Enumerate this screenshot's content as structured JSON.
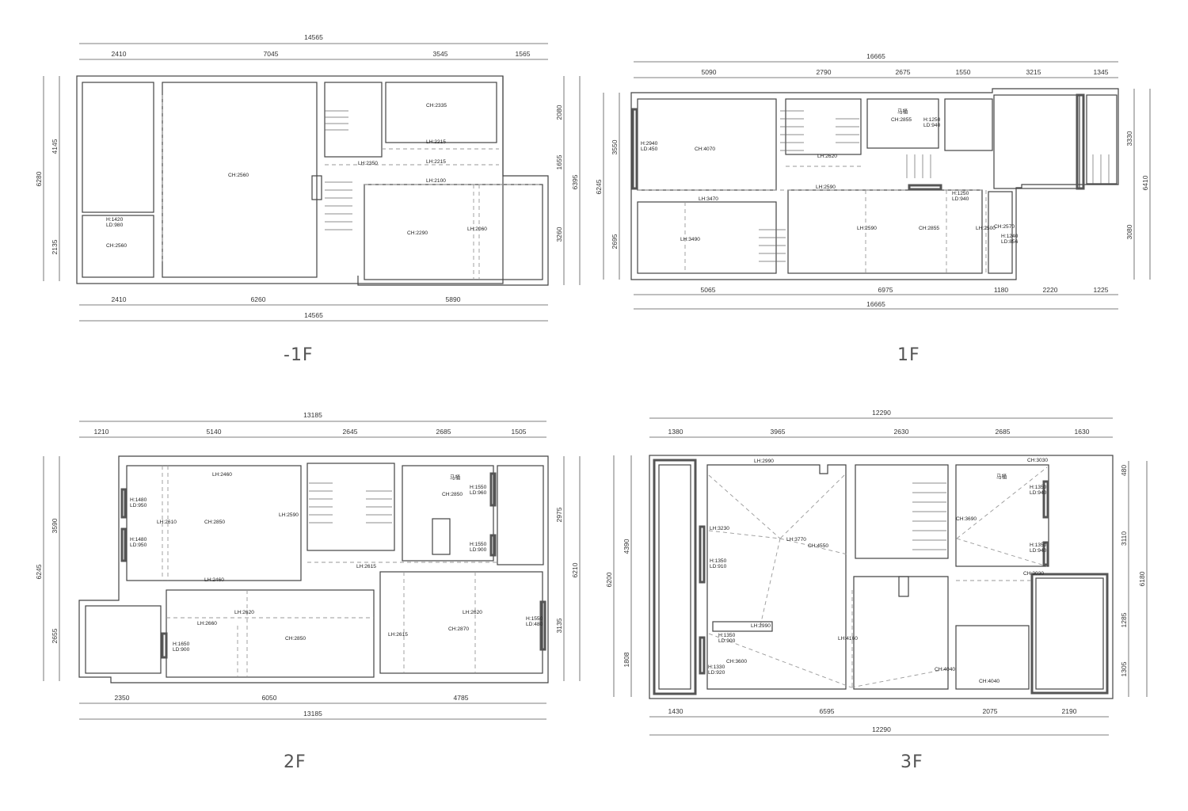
{
  "floors": [
    {
      "label": "-1F",
      "dims": {
        "top_total": "14565",
        "top": [
          "2410",
          "7045",
          "3545",
          "1565"
        ],
        "bottom": [
          "2410",
          "6260",
          "5890"
        ],
        "bottom_total": "14565",
        "left_total": "6280",
        "left": [
          "4145",
          "2135"
        ],
        "right": [
          "2080",
          "1655",
          "3260"
        ],
        "right_total": "6395"
      },
      "rooms": [
        "CH:2335",
        "LH:2215",
        "LH:2215",
        "LH:2350",
        "CH:2560",
        "LH:2100",
        "H:1420",
        "LD:980",
        "CH:2560",
        "CH:2290",
        "LH:2060"
      ]
    },
    {
      "label": "1F",
      "dims": {
        "top_total": "16665",
        "top": [
          "5090",
          "2790",
          "2675",
          "1550",
          "3215",
          "1345"
        ],
        "bottom": [
          "5065",
          "6975",
          "1180",
          "2220",
          "1225"
        ],
        "bottom_total": "16665",
        "left_total": "6245",
        "left": [
          "3550",
          "2695"
        ],
        "right": [
          "3330",
          "3080"
        ],
        "right_total": "6410"
      },
      "rooms": [
        "H:2940",
        "LD:450",
        "CH:4070",
        "马桶",
        "CH:2855",
        "H:1250",
        "LD:940",
        "LH:2620",
        "LH:2590",
        "H:1250",
        "LD:940",
        "LH:3470",
        "LH:3490",
        "LH:2590",
        "CH:2855",
        "LH:2500",
        "CH:2570",
        "H:1240",
        "LD:856"
      ]
    },
    {
      "label": "2F",
      "dims": {
        "top_total": "13185",
        "top": [
          "1210",
          "5140",
          "2645",
          "2685",
          "1505"
        ],
        "bottom": [
          "2350",
          "6050",
          "4785"
        ],
        "bottom_total": "13185",
        "left_total": "6245",
        "left": [
          "3590",
          "2655"
        ],
        "right": [
          "2975",
          "3135"
        ],
        "right_total": "6210"
      },
      "rooms": [
        "LH:2460",
        "H:1480",
        "LD:950",
        "LH:2610",
        "CH:2850",
        "LH:2590",
        "H:1480",
        "LD:950",
        "马桶",
        "H:1550",
        "LD:960",
        "CH:2850",
        "H:1550",
        "LD:900",
        "LH:2615",
        "LH:2460",
        "LH:2620",
        "LH:2660",
        "H:1650",
        "LD:900",
        "CH:2850",
        "LH:2620",
        "CH:2870",
        "LH:2615",
        "H:1550",
        "LD:480"
      ]
    },
    {
      "label": "3F",
      "dims": {
        "top_total": "12290",
        "top": [
          "1380",
          "3965",
          "2630",
          "2685",
          "1630"
        ],
        "bottom": [
          "1430",
          "6595",
          "2075",
          "2190"
        ],
        "bottom_total": "12290",
        "left_total": "6200",
        "left": [
          "4390",
          "1808"
        ],
        "right": [
          "480",
          "3110",
          "1285",
          "1305"
        ],
        "right_total": "6180"
      },
      "rooms": [
        "LH:2990",
        "CH:3030",
        "马桶",
        "H:1350",
        "LD:940",
        "LH:3230",
        "CH:3690",
        "LH:3770",
        "CH:4550",
        "H:1350",
        "LD:910",
        "H:1350",
        "LD:940",
        "CH:3030",
        "LH:2990",
        "H:1350",
        "LD:900",
        "LH:4160",
        "H:1330",
        "LD:920",
        "CH:3600",
        "CH:4040",
        "CH:4040"
      ]
    }
  ]
}
